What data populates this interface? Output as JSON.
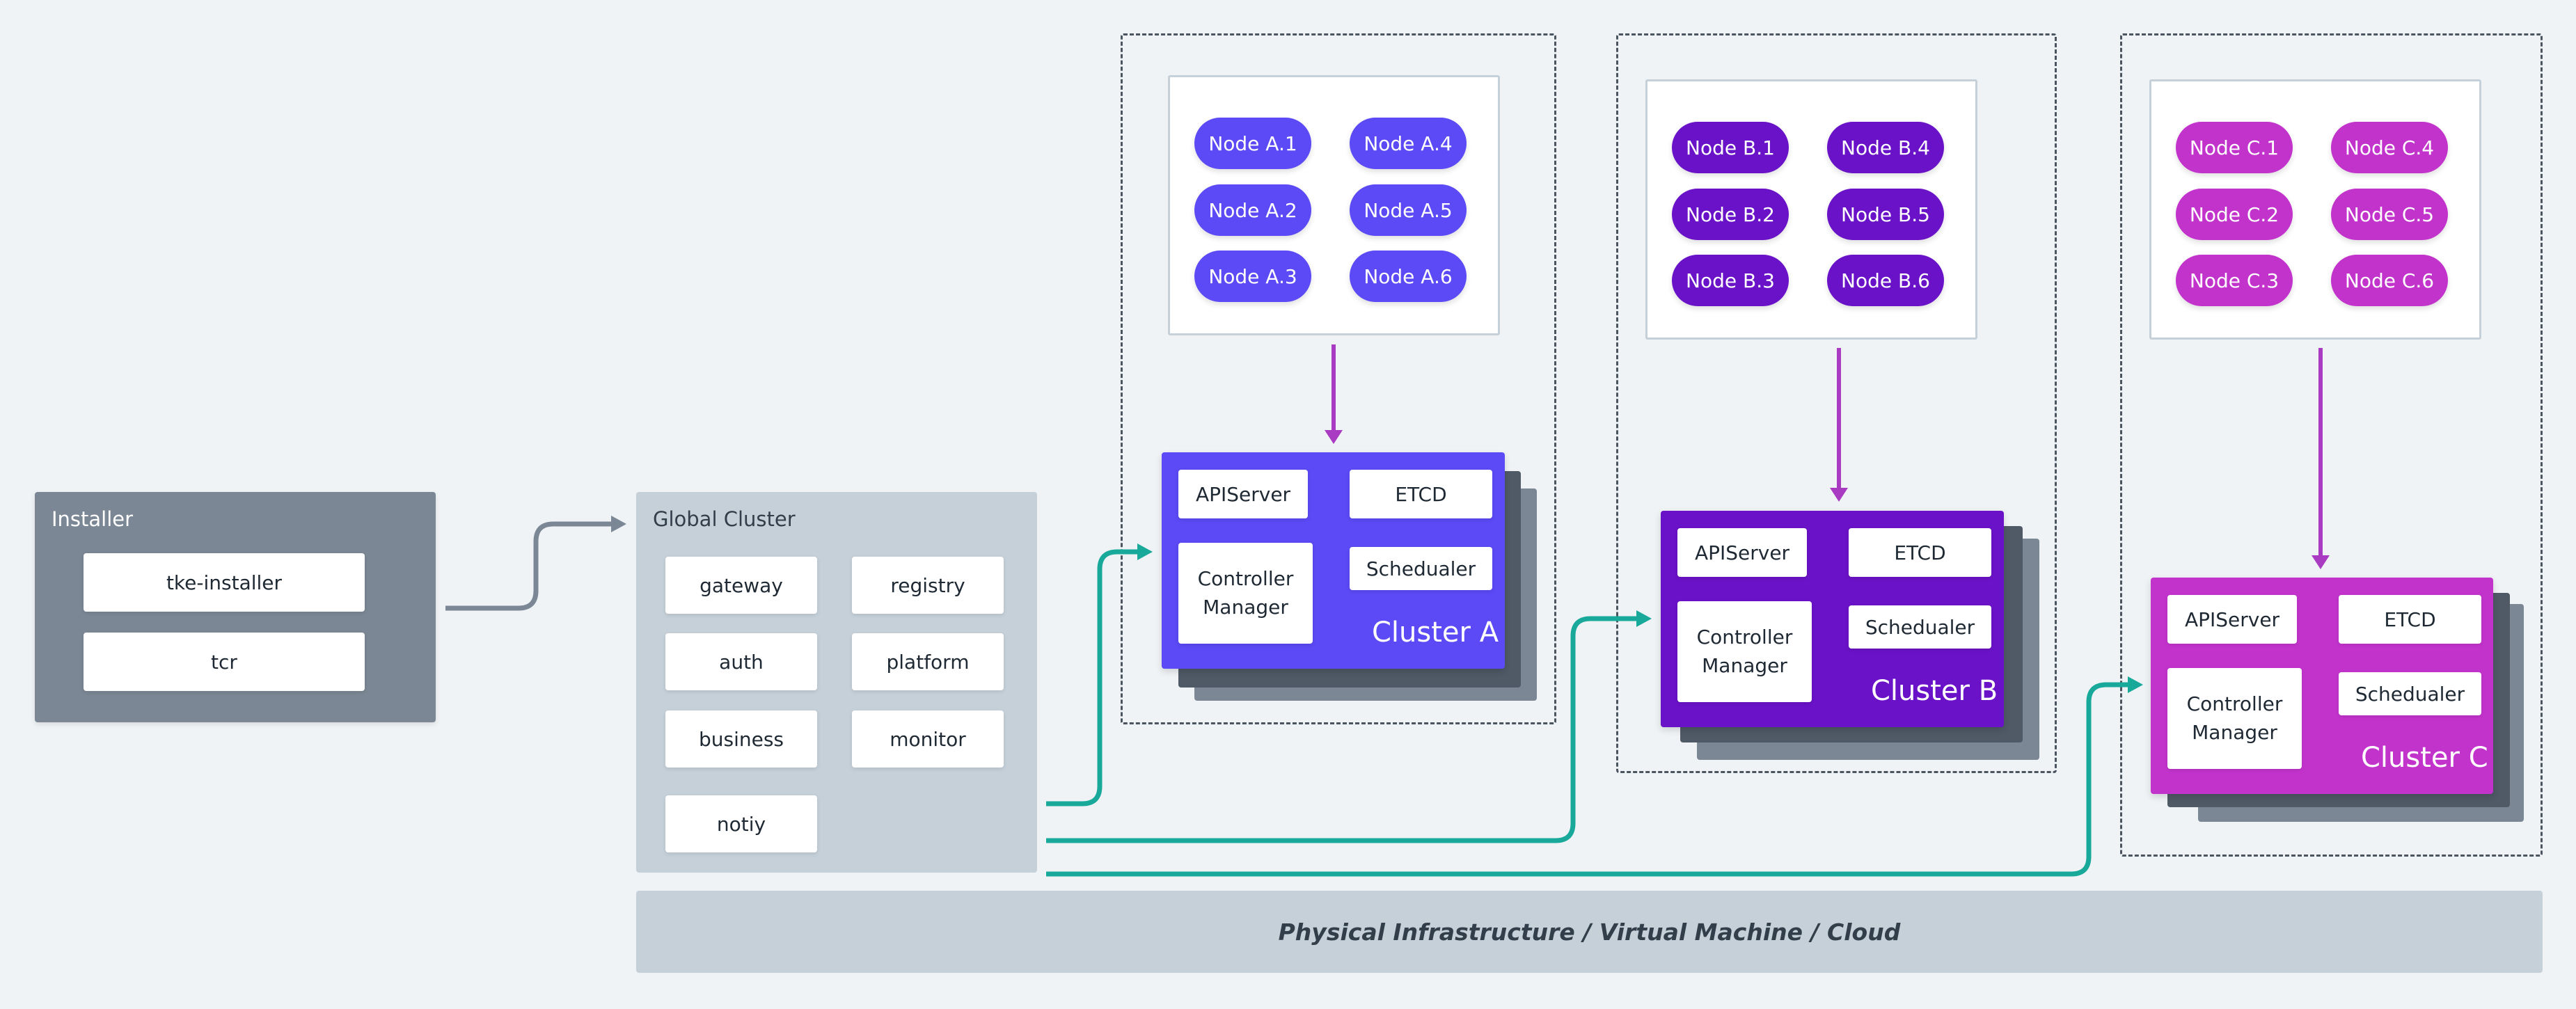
{
  "installer": {
    "title": "Installer",
    "items": [
      "tke-installer",
      "tcr"
    ]
  },
  "global_cluster": {
    "title": "Global Cluster",
    "services": [
      "gateway",
      "registry",
      "auth",
      "platform",
      "business",
      "monitor",
      "notiy"
    ]
  },
  "clusters": [
    {
      "name": "Cluster A",
      "color": "#5b4af5",
      "nodes": [
        "Node A.1",
        "Node A.2",
        "Node A.3",
        "Node A.4",
        "Node A.5",
        "Node A.6"
      ],
      "components": {
        "apiserver": "APIServer",
        "etcd": "ETCD",
        "controller": "Controller Manager",
        "scheduler": "Schedualer"
      }
    },
    {
      "name": "Cluster B",
      "color": "#6a12c8",
      "nodes": [
        "Node B.1",
        "Node B.2",
        "Node B.3",
        "Node B.4",
        "Node B.5",
        "Node B.6"
      ],
      "components": {
        "apiserver": "APIServer",
        "etcd": "ETCD",
        "controller": "Controller Manager",
        "scheduler": "Schedualer"
      }
    },
    {
      "name": "Cluster C",
      "color": "#c233cc",
      "nodes": [
        "Node C.1",
        "Node C.2",
        "Node C.3",
        "Node C.4",
        "Node C.5",
        "Node C.6"
      ],
      "components": {
        "apiserver": "APIServer",
        "etcd": "ETCD",
        "controller": "Controller Manager",
        "scheduler": "Schedualer"
      }
    }
  ],
  "infrastructure": {
    "label": "Physical Infrastructure / Virtual Machine / Cloud"
  },
  "colors": {
    "background": "#f0f3f6",
    "installer": "#7b8794",
    "global_cluster": "#c5d0d9",
    "connector_gray": "#7b8794",
    "connector_teal": "#18a99a",
    "node_arrow": "#a83bc2",
    "stack_dark": "#4f5a66",
    "stack_mid": "#7b8794"
  }
}
